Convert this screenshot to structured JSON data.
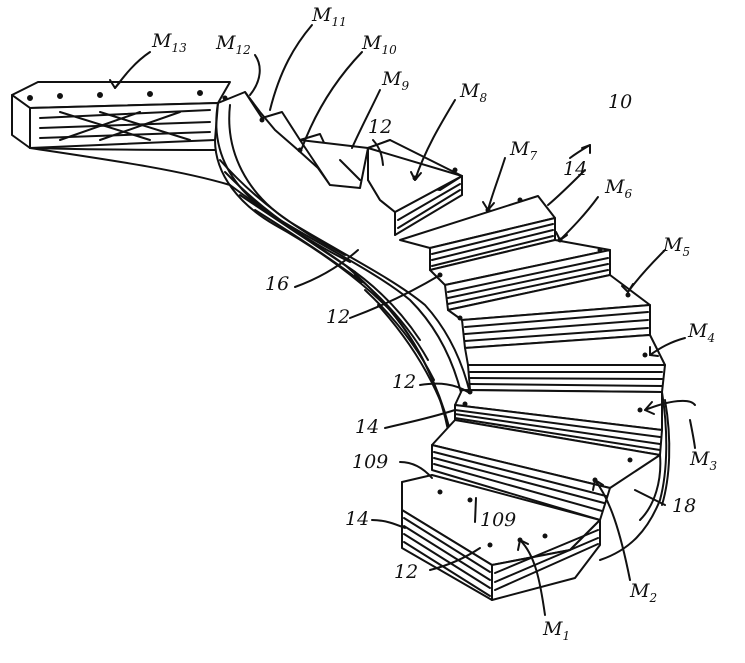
{
  "figure": {
    "labels": {
      "assembly": "10",
      "tread": "12",
      "riser": "14",
      "inner_stringer": "16",
      "outer_stringer": "18",
      "fastener": "109"
    },
    "modules": [
      {
        "letter": "M",
        "sub": "1"
      },
      {
        "letter": "M",
        "sub": "2"
      },
      {
        "letter": "M",
        "sub": "3"
      },
      {
        "letter": "M",
        "sub": "4"
      },
      {
        "letter": "M",
        "sub": "5"
      },
      {
        "letter": "M",
        "sub": "6"
      },
      {
        "letter": "M",
        "sub": "7"
      },
      {
        "letter": "M",
        "sub": "8"
      },
      {
        "letter": "M",
        "sub": "9"
      },
      {
        "letter": "M",
        "sub": "10"
      },
      {
        "letter": "M",
        "sub": "11"
      },
      {
        "letter": "M",
        "sub": "12"
      },
      {
        "letter": "M",
        "sub": "13"
      }
    ],
    "ink_color": "#111111"
  }
}
